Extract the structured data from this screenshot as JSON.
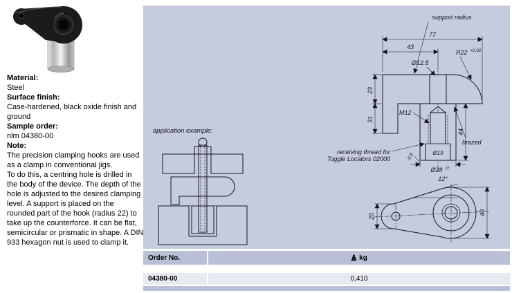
{
  "info": {
    "material_label": "Material:",
    "material_value": "Steel",
    "surface_label": "Surface finish:",
    "surface_value": "Case-hardened, black oxide finish and ground",
    "sample_label": "Sample order:",
    "sample_value": "nlm 04380-00",
    "note_label": "Note:",
    "note_value": "The precision clamping hooks are used as a clamp in conventional jigs.\nTo do this, a centring hole is drilled in the body of the device. The depth of the hole is adjusted to the desired clamping level. A support is placed on the rounded part of the hook (radius 22) to take up the counterforce. It can be flat, semicircular or prismatic in shape. A DIN 933 hexagon nut is used to clamp it."
  },
  "drawing": {
    "application_label": "application example:",
    "support_radius_label": "support radius",
    "brazed_label": "brazed",
    "receiving_thread_line1": "receiving thread for",
    "receiving_thread_line2": "Toggle Locators 02000",
    "dim_total_width": "77",
    "dim_hole_offset": "43",
    "dim_radius": "R22",
    "dim_radius_tol": "+0,02",
    "dim_hole_dia": "Ø12.5",
    "dim_head_height": "23",
    "dim_lip_height": "31",
    "dim_thread": "M12",
    "dim_shank_length": "44",
    "dim_counterbore_dia": "Ø19",
    "dim_shank_dia": "Ø28",
    "dim_shank_fit": "f7",
    "dim_surface_finish": "0,8",
    "dim_angle": "12°",
    "dim_small_end_width": "20",
    "dim_large_end_width": "40"
  },
  "table": {
    "order_header": "Order No.",
    "weight_header": "kg",
    "rows": [
      {
        "order_no": "04380-00",
        "weight_kg": "0,410"
      }
    ]
  },
  "colors": {
    "panel_bg": "#c6cbe0",
    "table_header_bg": "#b9bfd7",
    "table_row_bg": "#e8eaf2"
  }
}
